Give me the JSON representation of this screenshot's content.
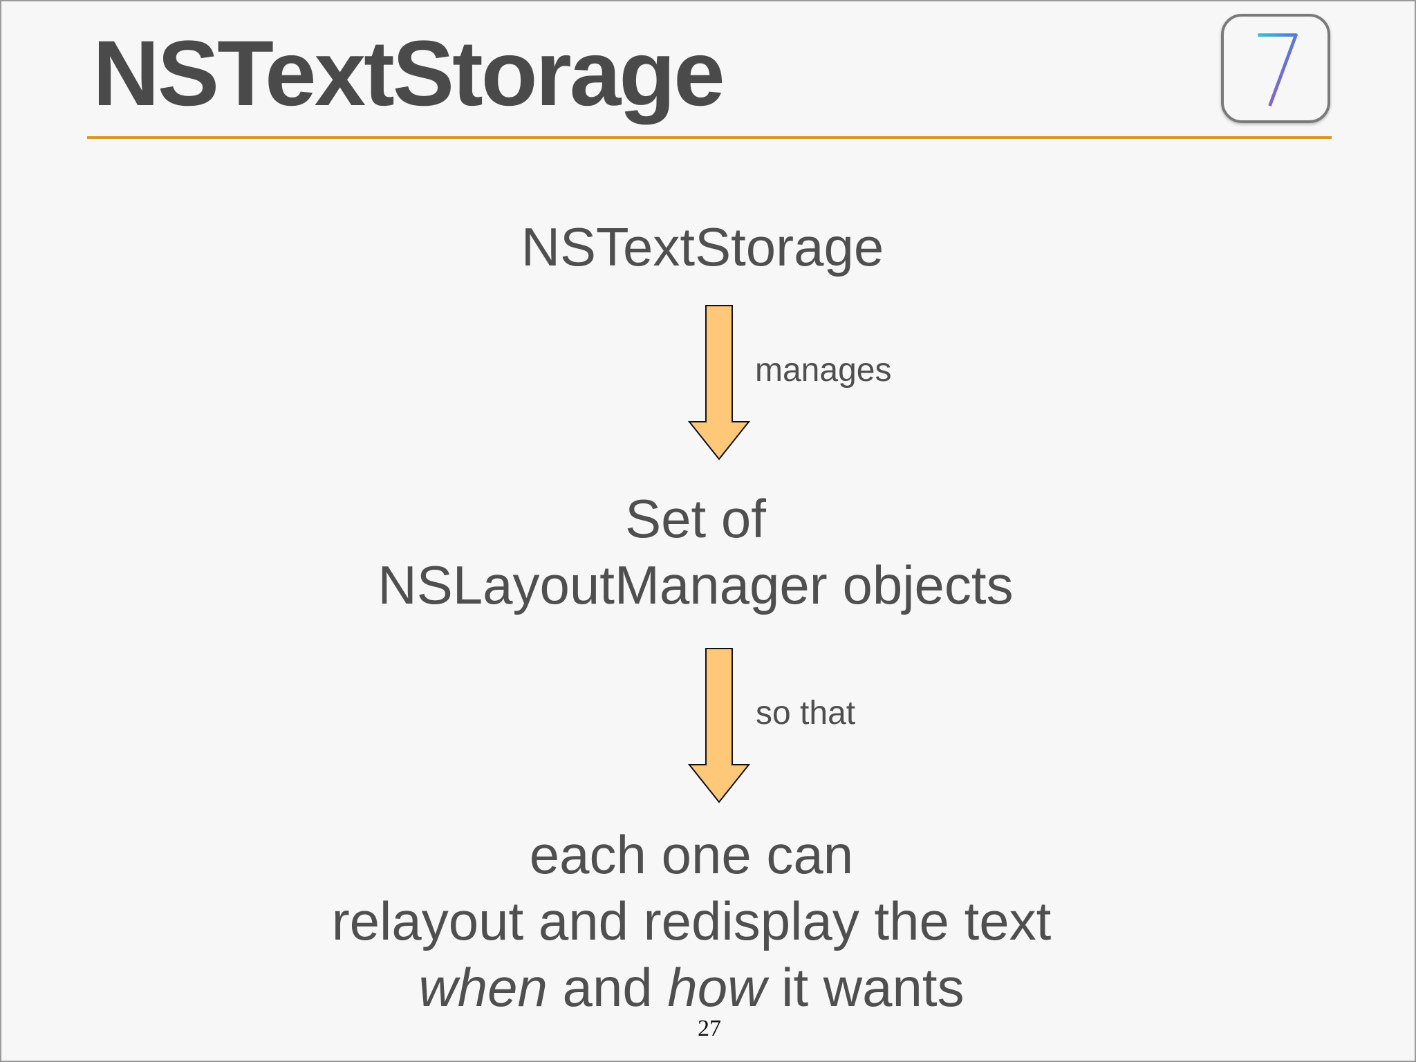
{
  "slide": {
    "title": "NSTextStorage",
    "badge": {
      "icon": "ios7-icon",
      "label": "7"
    },
    "accent_color": "#d9972a",
    "arrow_color": "#ffc878",
    "diagram": {
      "top_node": "NSTextStorage",
      "edge_1_label": "manages",
      "middle_node": {
        "line_1": "Set of",
        "line_2": "NSLayoutManager objects"
      },
      "edge_2_label": "so that",
      "bottom_node": {
        "line_1": "each one can",
        "line_2": "relayout and redisplay the text",
        "line_3_part_1": "when",
        "line_3_part_2": " and ",
        "line_3_part_3": "how",
        "line_3_part_4": " it wants"
      }
    },
    "page_number": "27"
  }
}
